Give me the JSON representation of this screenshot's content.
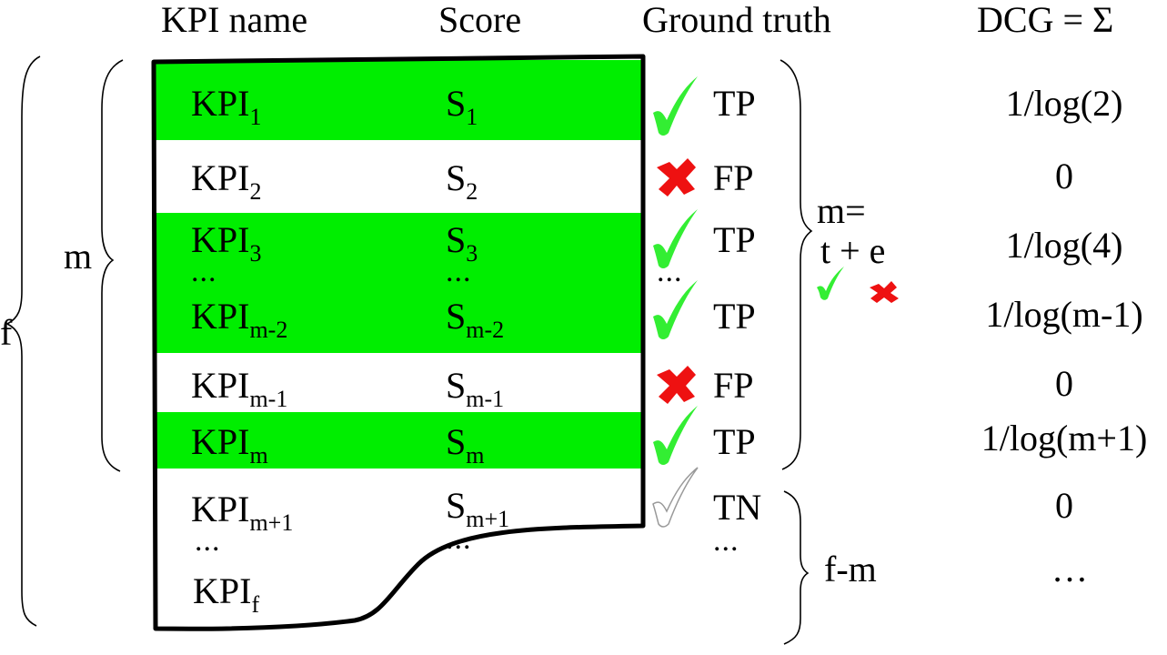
{
  "headers": {
    "kpi_name": "KPI name",
    "score": "Score",
    "ground_truth": "Ground truth",
    "dcg": "DCG = Σ"
  },
  "rows": [
    {
      "kpi_base": "KPI",
      "kpi_sub": "1",
      "score_base": "S",
      "score_sub": "1",
      "truth": "TP",
      "mark": "check-icon",
      "dcg": "1/log(2)",
      "highlight": true
    },
    {
      "kpi_base": "KPI",
      "kpi_sub": "2",
      "score_base": "S",
      "score_sub": "2",
      "truth": "FP",
      "mark": "cross-icon",
      "dcg": "0",
      "highlight": false
    },
    {
      "kpi_base": "KPI",
      "kpi_sub": "3",
      "score_base": "S",
      "score_sub": "3",
      "truth": "TP",
      "mark": "check-icon",
      "dcg": "1/log(4)",
      "highlight": true
    },
    {
      "kpi_base": "KPI",
      "kpi_sub": "m-2",
      "score_base": "S",
      "score_sub": "m-2",
      "truth": "TP",
      "mark": "check-icon",
      "dcg": "1/log(m-1)",
      "highlight": true
    },
    {
      "kpi_base": "KPI",
      "kpi_sub": "m-1",
      "score_base": "S",
      "score_sub": "m-1",
      "truth": "FP",
      "mark": "cross-icon",
      "dcg": "0",
      "highlight": false
    },
    {
      "kpi_base": "KPI",
      "kpi_sub": "m",
      "score_base": "S",
      "score_sub": "m",
      "truth": "TP",
      "mark": "check-icon",
      "dcg": "1/log(m+1)",
      "highlight": true
    },
    {
      "kpi_base": "KPI",
      "kpi_sub": "m+1",
      "score_base": "S",
      "score_sub": "m+1",
      "truth": "TN",
      "mark": "outline-check-icon",
      "dcg": "0",
      "highlight": false
    },
    {
      "kpi_base": "KPI",
      "kpi_sub": "f",
      "score_base": "",
      "score_sub": "",
      "truth": "",
      "mark": "",
      "dcg": "",
      "highlight": false
    }
  ],
  "ellipsis": "...",
  "ellipsis_short": "…",
  "braces": {
    "f_label": "f",
    "m_label": "m",
    "fm_label": "f-m",
    "m_eq_line1": "m=",
    "m_eq_line2": "t + e"
  },
  "colors": {
    "highlight": "#00ee00",
    "check": "#33ee33",
    "cross": "#ee1111",
    "outline_check": "#999999"
  }
}
